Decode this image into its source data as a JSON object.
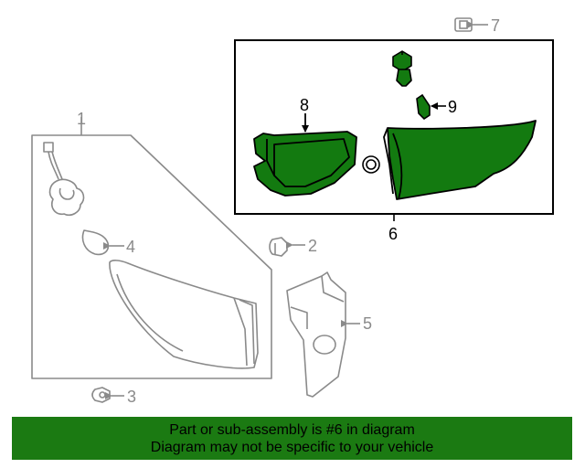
{
  "diagram": {
    "callouts": {
      "c1": "1",
      "c2": "2",
      "c3": "3",
      "c4": "4",
      "c5": "5",
      "c6": "6",
      "c7": "7",
      "c8": "8",
      "c9": "9"
    },
    "colors": {
      "highlight": "#137a10",
      "outline_gray": "#8a8a8a",
      "banner": "#1b7a12"
    }
  },
  "banner": {
    "line1": "Part or sub-assembly is #6 in diagram",
    "line2": "Diagram may not be specific to your vehicle"
  }
}
